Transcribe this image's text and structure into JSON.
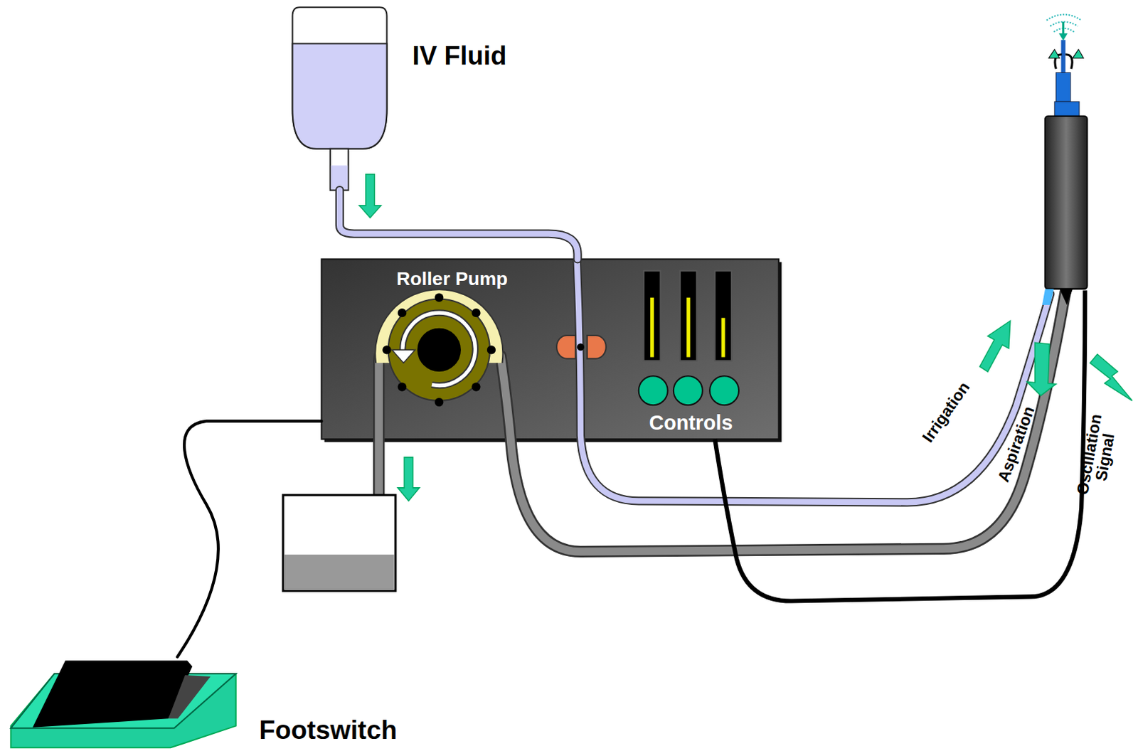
{
  "diagram": {
    "nodes": [
      {
        "text": [
          "IV Fluid"
        ]
      },
      {
        "text": [
          "Roller Pump",
          "Controls"
        ]
      },
      {
        "text": [
          "Footswitch"
        ]
      }
    ],
    "edges": [
      {
        "from": 0,
        "to": 1,
        "arrow": "none"
      },
      {
        "from": 2,
        "to": 1,
        "arrow": "none"
      }
    ],
    "labels": [
      "Irrigation",
      "Aspiration",
      "Oscillation Signal"
    ]
  }
}
